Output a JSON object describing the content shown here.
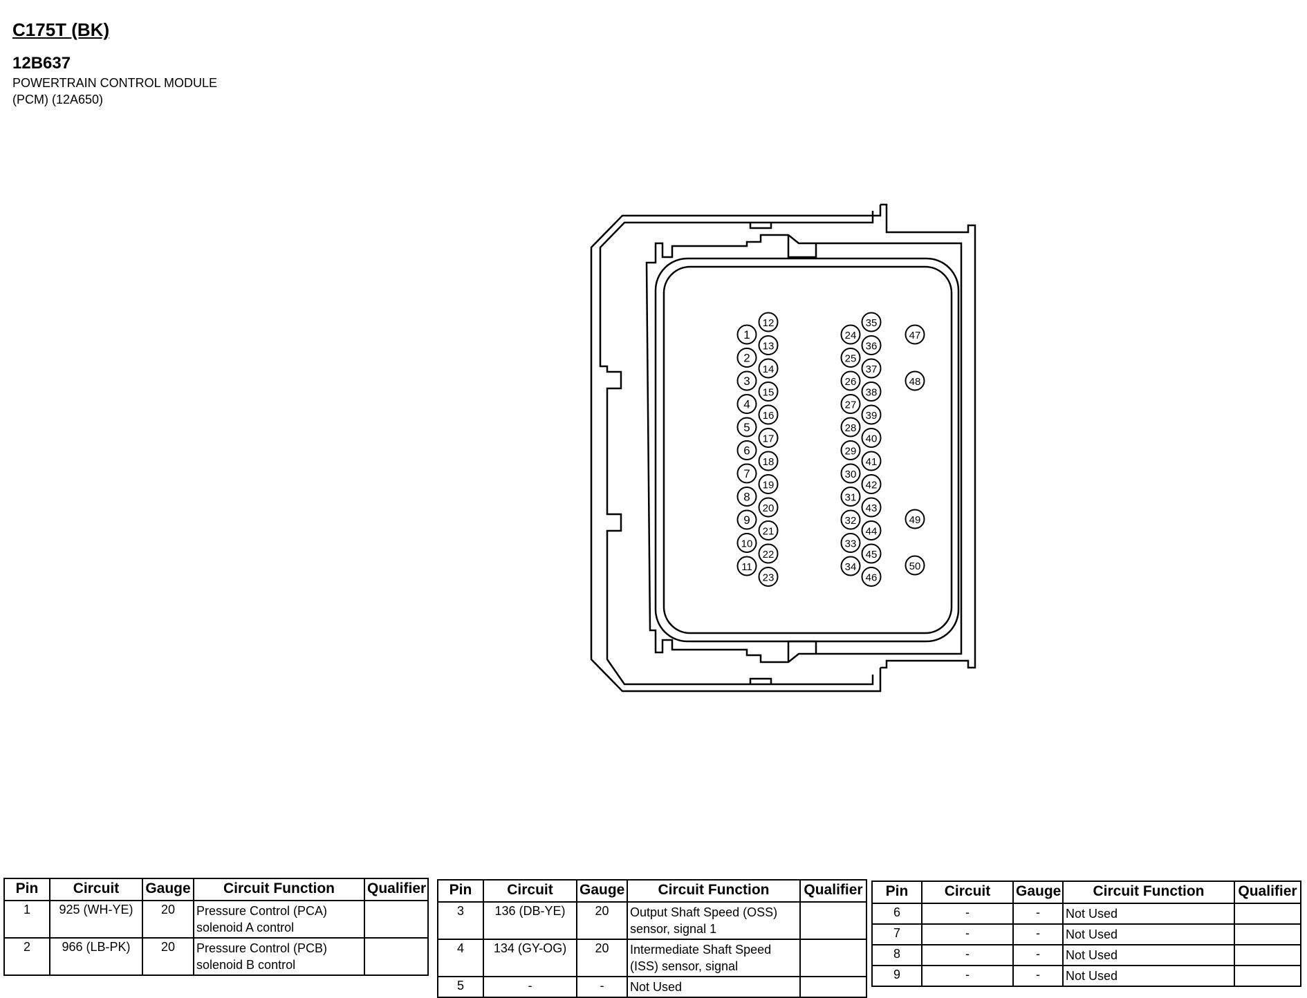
{
  "header": {
    "connector_id": "C175T (BK)",
    "part_number": "12B637",
    "description_line1": "POWERTRAIN CONTROL MODULE",
    "description_line2": "(PCM) (12A650)"
  },
  "connector": {
    "pin_labels": [
      "1",
      "2",
      "3",
      "4",
      "5",
      "6",
      "7",
      "8",
      "9",
      "10",
      "11",
      "12",
      "13",
      "14",
      "15",
      "16",
      "17",
      "18",
      "19",
      "20",
      "21",
      "22",
      "23",
      "24",
      "25",
      "26",
      "27",
      "28",
      "29",
      "30",
      "31",
      "32",
      "33",
      "34",
      "35",
      "36",
      "37",
      "38",
      "39",
      "40",
      "41",
      "42",
      "43",
      "44",
      "45",
      "46",
      "47",
      "48",
      "49",
      "50"
    ]
  },
  "tables": {
    "headers": {
      "pin": "Pin",
      "circuit": "Circuit",
      "gauge": "Gauge",
      "function": "Circuit Function",
      "qualifier": "Qualifier"
    },
    "table1": [
      {
        "pin": "1",
        "circuit": "925 (WH-YE)",
        "gauge": "20",
        "function_l1": "Pressure Control (PCA)",
        "function_l2": "solenoid A control",
        "qualifier": ""
      },
      {
        "pin": "2",
        "circuit": "966 (LB-PK)",
        "gauge": "20",
        "function_l1": "Pressure Control (PCB)",
        "function_l2": "solenoid B control",
        "qualifier": ""
      }
    ],
    "table2": [
      {
        "pin": "3",
        "circuit": "136 (DB-YE)",
        "gauge": "20",
        "function_l1": "Output Shaft Speed (OSS)",
        "function_l2": "sensor, signal 1",
        "qualifier": ""
      },
      {
        "pin": "4",
        "circuit": "134 (GY-OG)",
        "gauge": "20",
        "function_l1": "Intermediate Shaft Speed",
        "function_l2": "(ISS) sensor, signal",
        "qualifier": ""
      },
      {
        "pin": "5",
        "circuit": "-",
        "gauge": "-",
        "function_l1": "Not Used",
        "function_l2": "",
        "qualifier": ""
      }
    ],
    "table3": [
      {
        "pin": "6",
        "circuit": "-",
        "gauge": "-",
        "function": "Not Used",
        "qualifier": ""
      },
      {
        "pin": "7",
        "circuit": "-",
        "gauge": "-",
        "function": "Not Used",
        "qualifier": ""
      },
      {
        "pin": "8",
        "circuit": "-",
        "gauge": "-",
        "function": "Not Used",
        "qualifier": ""
      },
      {
        "pin": "9",
        "circuit": "-",
        "gauge": "-",
        "function": "Not Used",
        "qualifier": ""
      }
    ]
  }
}
